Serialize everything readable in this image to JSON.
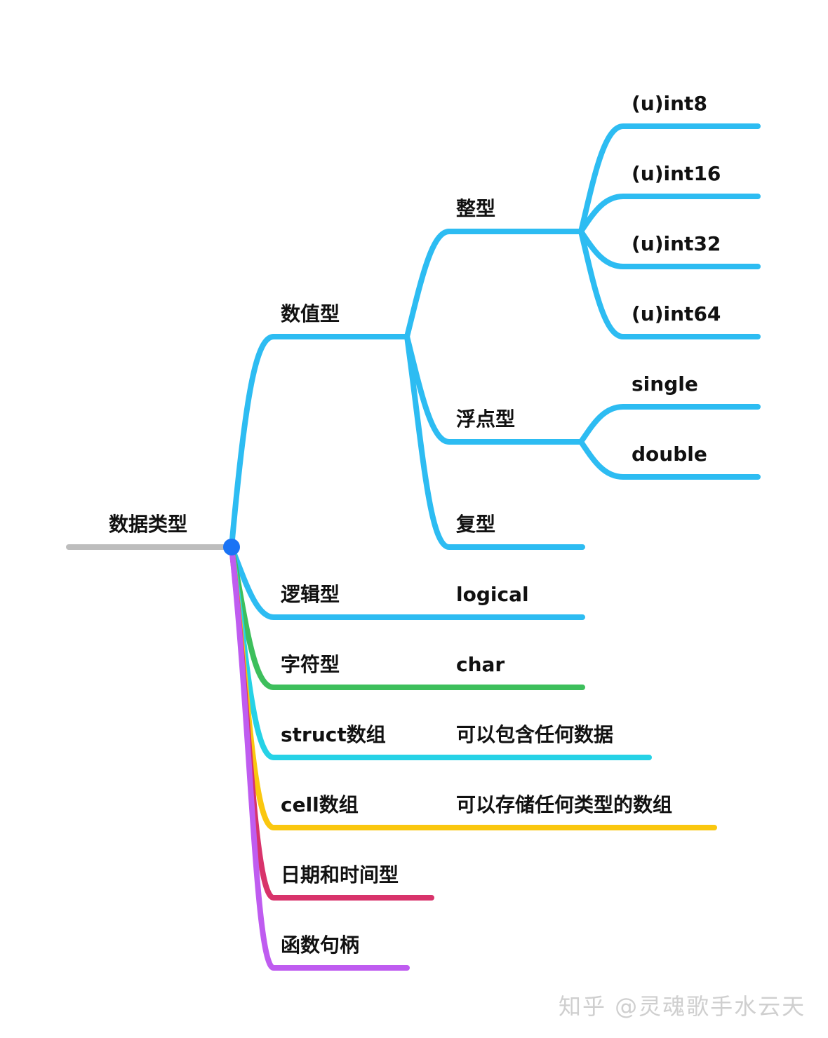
{
  "colors": {
    "root_line": "#bdbdbd",
    "center_dot": "#1a73f5",
    "blue": "#2dbcf2",
    "green": "#3dbf5c",
    "cyan": "#26d2e6",
    "yellow": "#fac70f",
    "crimson": "#d8336b",
    "purple": "#bf5cf0"
  },
  "root": {
    "label": "数据类型"
  },
  "branches": [
    {
      "id": "numeric",
      "label": "数值型",
      "color": "blue",
      "children": [
        {
          "id": "integer",
          "label": "整型",
          "children": [
            {
              "label": "(u)int8"
            },
            {
              "label": "(u)int16"
            },
            {
              "label": "(u)int32"
            },
            {
              "label": "(u)int64"
            }
          ]
        },
        {
          "id": "float",
          "label": "浮点型",
          "children": [
            {
              "label": "single"
            },
            {
              "label": "double"
            }
          ]
        },
        {
          "id": "complex",
          "label": "复型"
        }
      ]
    },
    {
      "id": "logical",
      "label": "逻辑型",
      "color": "blue",
      "children": [
        {
          "label": "logical"
        }
      ]
    },
    {
      "id": "char",
      "label": "字符型",
      "color": "green",
      "children": [
        {
          "label": "char"
        }
      ]
    },
    {
      "id": "struct",
      "label": "struct数组",
      "color": "cyan",
      "children": [
        {
          "label": "可以包含任何数据"
        }
      ]
    },
    {
      "id": "cell",
      "label": "cell数组",
      "color": "yellow",
      "children": [
        {
          "label": "可以存储任何类型的数组"
        }
      ]
    },
    {
      "id": "datetime",
      "label": "日期和时间型",
      "color": "crimson"
    },
    {
      "id": "fhandle",
      "label": "函数句柄",
      "color": "purple"
    }
  ],
  "watermark": "知乎 @灵魂歌手水云天"
}
